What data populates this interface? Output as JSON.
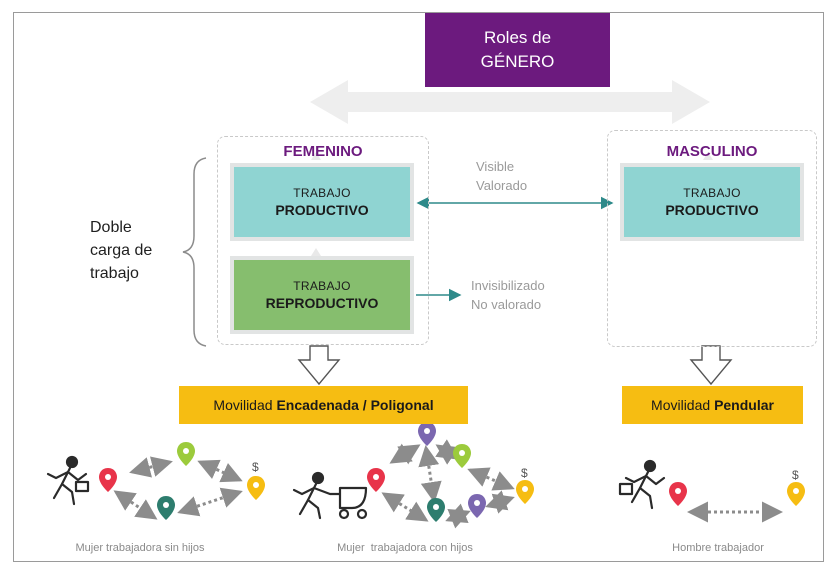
{
  "roles": {
    "line1": "Roles de",
    "line2": "GÉNERO"
  },
  "femenino": {
    "title": "FEMENINO",
    "productivo": {
      "small": "TRABAJO",
      "big": "PRODUCTIVO"
    },
    "reproductivo": {
      "small": "TRABAJO",
      "big": "REPRODUCTIVO"
    }
  },
  "masculino": {
    "title": "MASCULINO",
    "productivo": {
      "small": "TRABAJO",
      "big": "PRODUCTIVO"
    }
  },
  "labels": {
    "visible": "Visible",
    "valorado": "Valorado",
    "invisibilizado": "Invisibilizado",
    "no_valorado": "No valorado",
    "doble_1": "Doble",
    "doble_2": "carga de",
    "doble_3": "trabajo"
  },
  "movilidad_fem": {
    "prefix": "Movilidad ",
    "bold": "Encadenada / Poligonal"
  },
  "movilidad_masc": {
    "prefix": "Movilidad ",
    "bold": "Pendular"
  },
  "captions": {
    "sin_hijos": "Mujer trabajadora sin hijos",
    "con_hijos": "Mujer  trabajadora con hijos",
    "hombre": "Hombre trabajador"
  },
  "icon_labels": {
    "dollar": "$"
  },
  "colors": {
    "purple": "#6c1a7e",
    "teal": "#8fd4d2",
    "green": "#86be6e",
    "yellow": "#f6bd12",
    "arrow_teal": "#2e8a8a"
  }
}
